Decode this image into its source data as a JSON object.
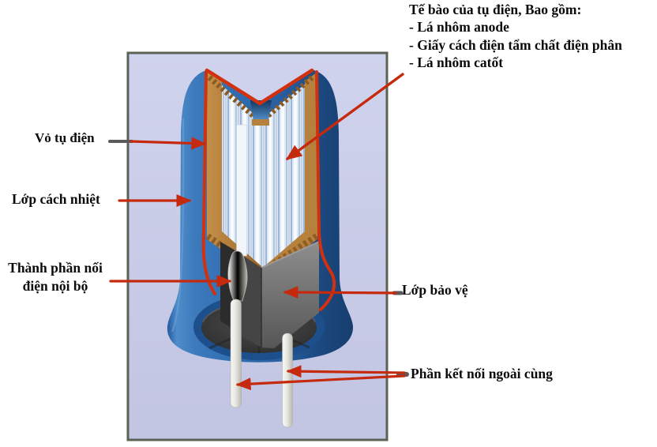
{
  "figure_name": "electrolytic-capacitor-cutaway-diagram",
  "title_block": {
    "title": "Tế bào của tụ điện, Bao gồm:",
    "items": [
      "- Lá nhôm anode",
      "- Giấy cách điện tẩm chất điện phân",
      "- Lá nhôm catốt"
    ]
  },
  "callouts": {
    "shell": "Vỏ tụ điện",
    "thermal": "Lớp cách nhiệt",
    "internal_line1": "Thành phần nối",
    "internal_line2": "điện nội bộ",
    "protective": "Lớp bảo vệ",
    "external": "Phần kết nối ngoài cùng"
  },
  "colors": {
    "panel_bg_top": "#d0d3ed",
    "panel_bg_bottom": "#c2c5e2",
    "panel_border": "#5c6156",
    "body_blue": "#2e6bb0",
    "body_blue_dark": "#173e6e",
    "copper": "#b5813c",
    "copper_dark": "#8a5a22",
    "cut_outline_red": "#d2310f",
    "arrow_red": "#c62a0e",
    "connector_gray": "#5a5a5a",
    "foil_light": "#f6fafd",
    "foil_mid": "#c3d4e9",
    "foil_dark": "#9db4d4",
    "block_gray": "#6f6f6f",
    "block_gray_dark": "#3a3a3a",
    "disk_gray": "#3c3c3c",
    "lead_white": "#eeeeea",
    "text_color": "#0b0b0b"
  }
}
